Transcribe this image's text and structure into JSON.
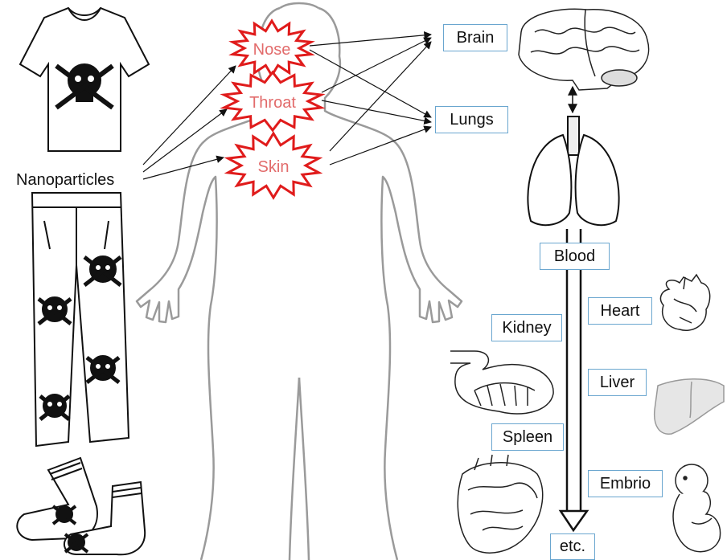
{
  "source_label": "Nanoparticles",
  "entry_points": {
    "nose": "Nose",
    "throat": "Throat",
    "skin": "Skin"
  },
  "targets": {
    "brain": "Brain",
    "lungs": "Lungs",
    "blood": "Blood"
  },
  "blood_organs": {
    "heart": "Heart",
    "kidney": "Kidney",
    "liver": "Liver",
    "spleen": "Spleen",
    "embrio": "Embrio",
    "etc": "etc."
  },
  "colors": {
    "star_outline": "#e01b1b",
    "star_text": "#e26b6b",
    "box_border": "#6aa6cf",
    "line": "#111111",
    "body_outline": "#9a9a9a"
  }
}
